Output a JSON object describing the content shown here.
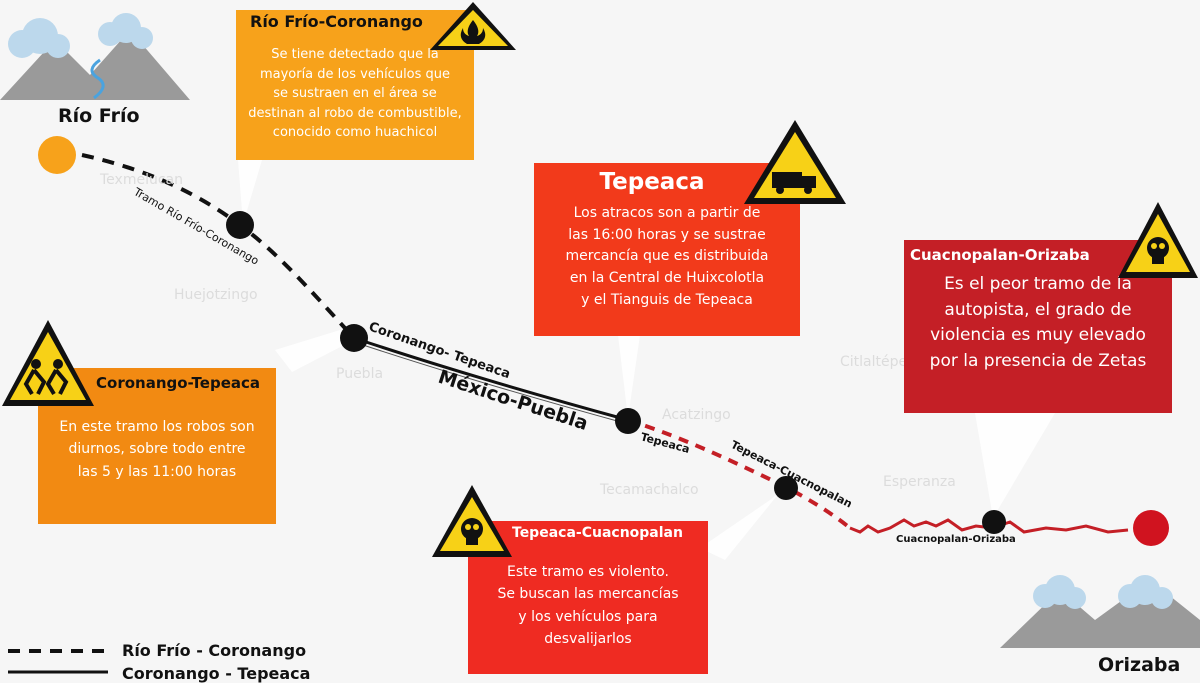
{
  "cities": {
    "rio_frio": "Río Frío",
    "orizaba": "Orizaba"
  },
  "ghost_towns": [
    "Texmelucan",
    "Huejotzingo",
    "Puebla",
    "Acatzingo",
    "Tecamachalco",
    "Esperanza",
    "Citlaltépetl"
  ],
  "route_labels": {
    "tramo_rio_frio": "Tramo Río Frío-Coronango",
    "coronango_tepeaca": "Coronango- Tepeaca",
    "highway": "México-Puebla",
    "tepeaca": "Tepeaca",
    "tepeaca_cuacnopalan": "Tepeaca-Cuacnopalan",
    "cuacnopalan_orizaba": "Cuacnopalan-Orizaba"
  },
  "boxes": {
    "rio_frio_coronango": {
      "title": "Río Frío-Coronango",
      "lines": [
        "Se tiene detectado que la",
        "mayoría de los vehículos que",
        "se sustraen en el área se",
        "destinan al robo de combustible,",
        "conocido como huachicol"
      ],
      "icon": "fire-warning-icon"
    },
    "tepeaca": {
      "title": "Tepeaca",
      "lines": [
        "Los atracos son a partir de",
        "las 16:00 horas y se sustrae",
        "mercancía que es distribuida",
        "en la Central de Huixcolotla",
        "y el Tianguis de Tepeaca"
      ],
      "icon": "truck-warning-icon"
    },
    "cuacnopalan_orizaba": {
      "title": "Cuacnopalan-Orizaba",
      "lines": [
        "Es el peor tramo de la",
        "autopista, el grado de",
        "violencia es muy elevado",
        "por la presencia de Zetas"
      ],
      "icon": "skull-warning-icon"
    },
    "coronango_tepeaca": {
      "title": "Coronango-Tepeaca",
      "lines": [
        "En este tramo los robos son",
        "diurnos, sobre todo entre",
        "las 5 y las 11:00 horas"
      ],
      "icon": "people-running-warning-icon"
    },
    "tepeaca_cuacnopalan": {
      "title": "Tepeaca-Cuacnopalan",
      "lines": [
        "Este tramo es violento.",
        "Se buscan las mercancías",
        "y los vehículos para",
        "desvalijarlos"
      ],
      "icon": "skull-warning-icon"
    }
  },
  "legend": [
    "Río  Frío - Coronango",
    "Coronango - Tepeaca"
  ],
  "colors": {
    "orange": "#f7a21b",
    "dark_orange": "#f28a12",
    "red": "#ef2b22",
    "dark_red": "#c41f26",
    "route_red": "#c41f26",
    "sun": "#f7a21b"
  }
}
